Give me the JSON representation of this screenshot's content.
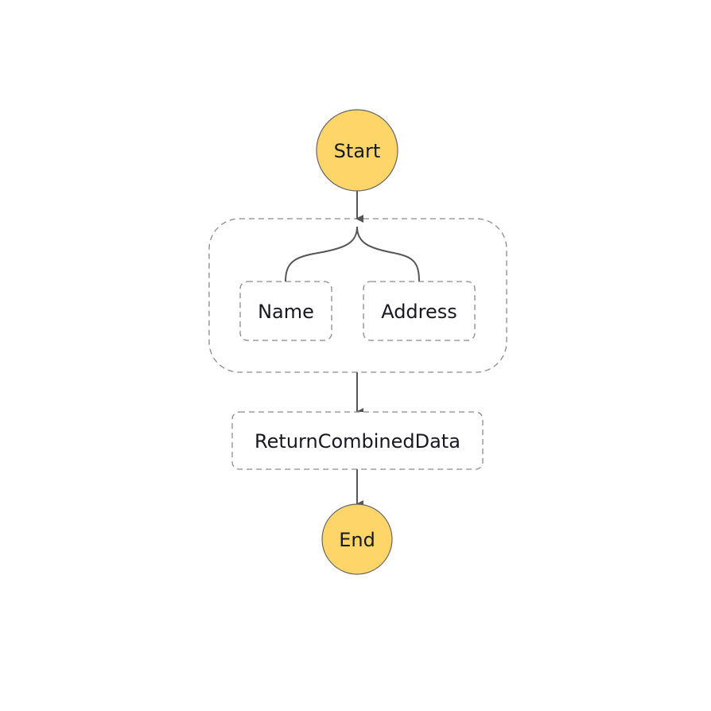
{
  "diagram": {
    "nodes": {
      "start": "Start",
      "name": "Name",
      "address": "Address",
      "return_combined": "ReturnCombinedData",
      "end": "End"
    }
  },
  "colors": {
    "terminal_fill": "#fdd569",
    "terminal_stroke": "#666666",
    "dashed_stroke": "#8a8a8a",
    "edge": "#555555",
    "text": "#16191f"
  }
}
